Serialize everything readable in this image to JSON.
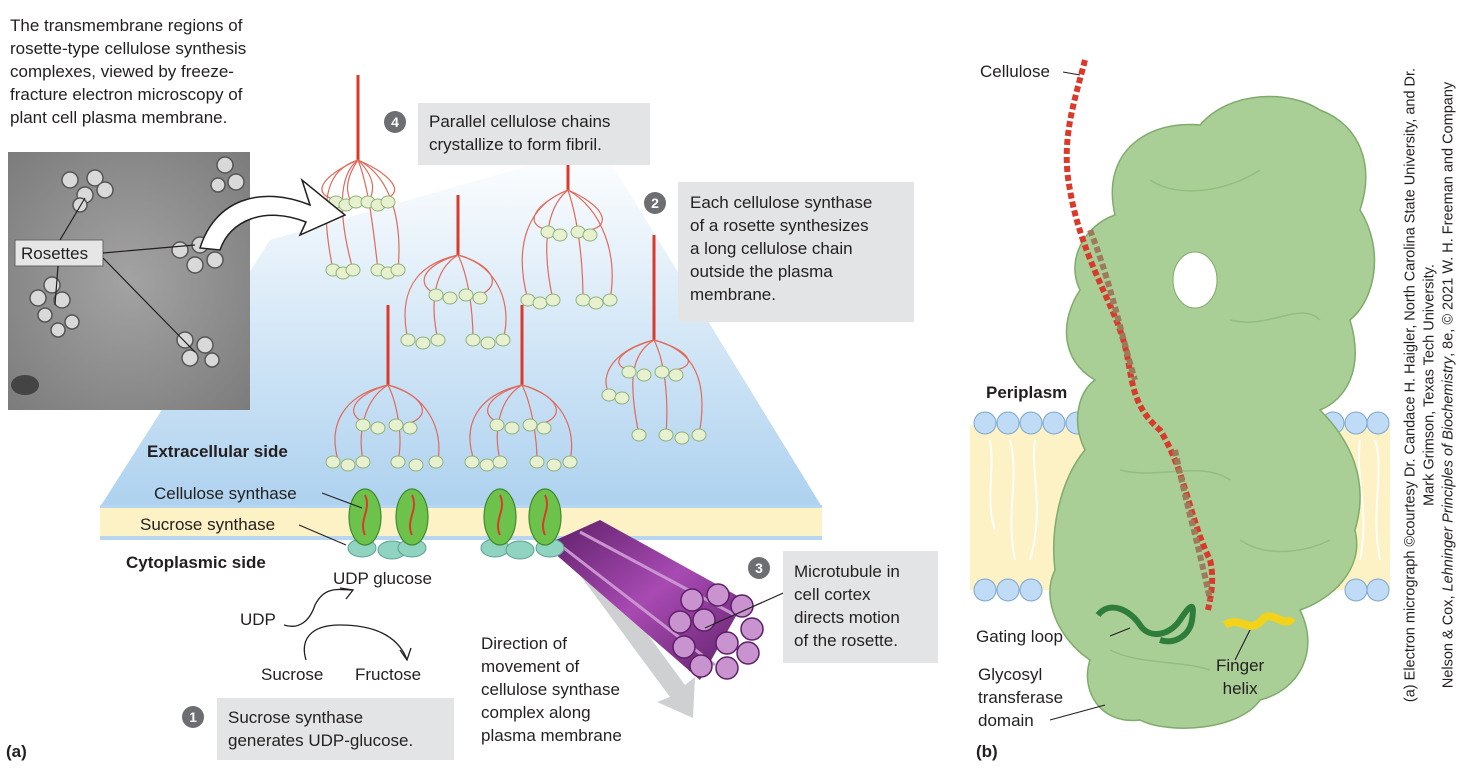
{
  "panel_a": {
    "intro": [
      "The transmembrane regions of",
      "rosette-type cellulose synthesis",
      "complexes, viewed by freeze-",
      "fracture electron microscopy of",
      "plant cell plasma membrane."
    ],
    "rosettes_label": "Rosettes",
    "extracellular": "Extracellular side",
    "cellulose_synthase": "Cellulose synthase",
    "sucrose_synthase": "Sucrose synthase",
    "cytoplasmic": "Cytoplasmic side",
    "udp_glucose": "UDP glucose",
    "udp": "UDP",
    "sucrose": "Sucrose",
    "fructose": "Fructose",
    "direction": [
      "Direction of",
      "movement of",
      "cellulose synthase",
      "complex along",
      "plasma membrane"
    ],
    "panel_label": "(a)",
    "steps": [
      {
        "num": "1",
        "lines": [
          "Sucrose synthase",
          "generates UDP-glucose."
        ]
      },
      {
        "num": "2",
        "lines": [
          "Each cellulose synthase",
          "of a rosette synthesizes",
          "a long cellulose chain",
          "outside the plasma",
          "membrane."
        ]
      },
      {
        "num": "3",
        "lines": [
          "Microtubule in",
          "cell cortex",
          "directs motion",
          "of the rosette."
        ]
      },
      {
        "num": "4",
        "lines": [
          "Parallel cellulose chains",
          "crystallize to form fibril."
        ]
      }
    ]
  },
  "panel_b": {
    "cellulose": "Cellulose",
    "periplasm": "Periplasm",
    "gating_loop": "Gating loop",
    "glycosyl": [
      "Glycosyl",
      "transferase",
      "domain"
    ],
    "finger_helix": [
      "Finger",
      "helix"
    ],
    "panel_label": "(b)"
  },
  "credit": {
    "line1": "(a) Electron micrograph ©courtesy Dr. Candace H. Haigler, North Carolina State University, and Dr.",
    "line2": "Mark Grimson, Texas Tech University.",
    "line3_pre": "Nelson & Cox, ",
    "line3_italic": "Lehninger Principles of Biochemistry",
    "line3_post": ", 8e, © 2021 W. H. Freeman and Company"
  },
  "colors": {
    "cellulose_red": "#d93a2b",
    "synthase_green": "#58b948",
    "protein_green": "#a9cf96",
    "membrane_yellow": "#fdf1c6",
    "extracellular_blue": "#a9cfee",
    "microtubule_purple": "#8a3390",
    "callout_gray": "#e3e4e5"
  }
}
